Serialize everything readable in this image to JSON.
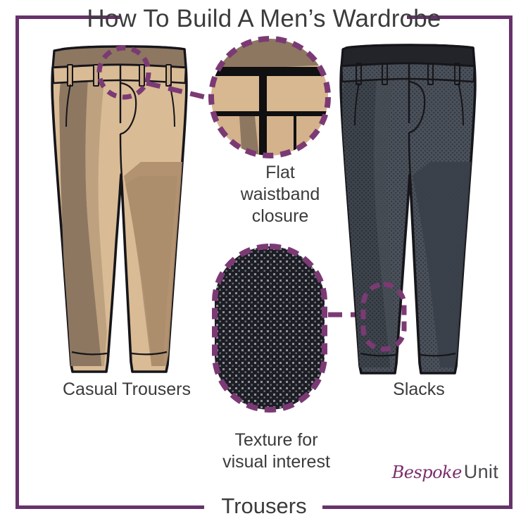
{
  "title": "How To Build A Men’s Wardrobe",
  "footer_title": "Trousers",
  "captions": {
    "left_item": "Casual Trousers",
    "right_item": "Slacks",
    "detail_waistband_line1": "Flat",
    "detail_waistband_line2": "waistband",
    "detail_waistband_line3": "closure",
    "detail_texture_line1": "Texture for",
    "detail_texture_line2": "visual interest"
  },
  "logo": {
    "script_word": "Bespoke",
    "plain_word": "Unit"
  },
  "colors": {
    "frame_purple": "#67336b",
    "accent_purple": "#7b3a74",
    "heading_gray": "#3b3b3d",
    "khaki_base": "#d9bb95",
    "khaki_shadow": "#8d7761",
    "khaki_mid": "#c6a886",
    "slack_base": "#4a5059",
    "slack_shadow": "#3a3f47",
    "slack_dark": "#2b2f35",
    "outline_black": "#16151a",
    "texture_dark": "#1d1d24",
    "texture_dot": "#8d919b",
    "page_bg": "#ffffff"
  },
  "illustrations": {
    "left_garment": "casual-chino-trousers-front-view",
    "right_garment": "slacks-front-view",
    "detail_circle": "magnified-waistband-closure",
    "detail_oval": "magnified-fabric-texture-swatch",
    "callout_circle_on_left_garment": "waistband-highlight-circle",
    "callout_oval_on_right_garment": "texture-highlight-oval"
  }
}
